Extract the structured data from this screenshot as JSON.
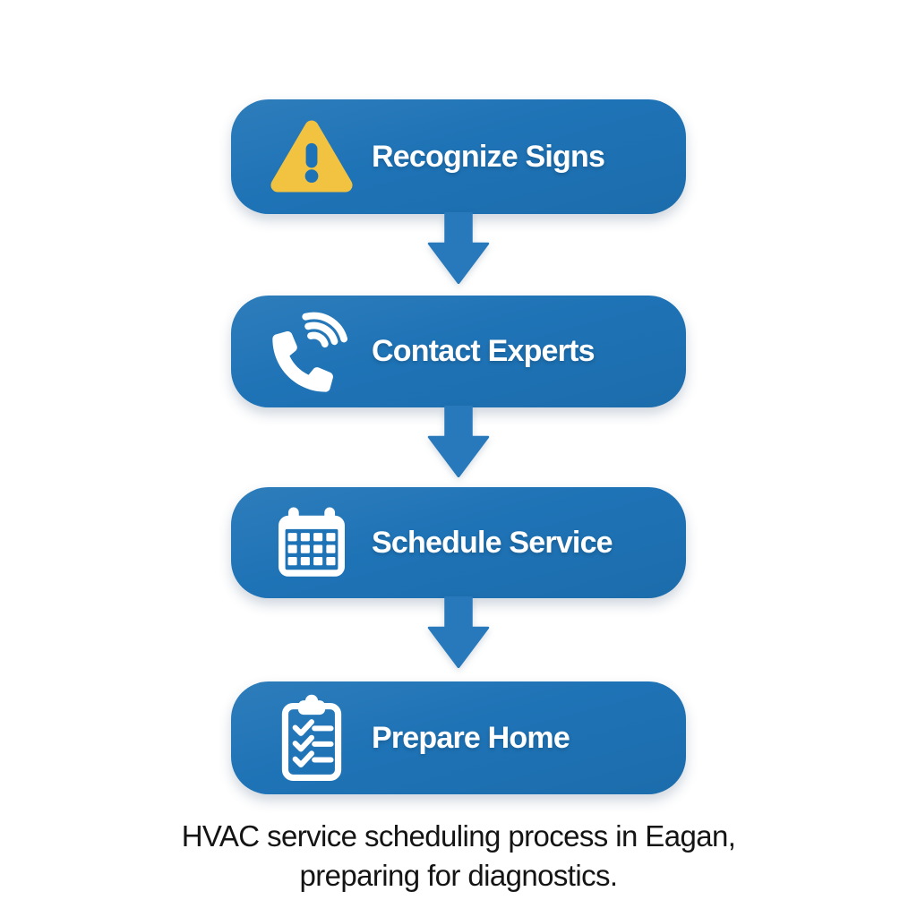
{
  "diagram": {
    "type": "vertical-process-flowchart",
    "steps": [
      {
        "label": "Recognize Signs",
        "icon": "warning-triangle-icon"
      },
      {
        "label": "Contact Experts",
        "icon": "phone-call-icon"
      },
      {
        "label": "Schedule Service",
        "icon": "calendar-icon"
      },
      {
        "label": "Prepare Home",
        "icon": "clipboard-checklist-icon"
      }
    ],
    "connector": {
      "shape": "down-arrow",
      "count": 3
    },
    "caption": {
      "full_text": "HVAC service scheduling process in Eagan, preparing for diagnostics.",
      "lines": [
        "HVAC service scheduling process in Eagan,",
        "preparing for diagnostics."
      ]
    },
    "colors": {
      "step_blue": "#1e73b6",
      "arrow_blue": "#2879bc",
      "warning_yellow": "#f2c340",
      "icon_white": "#ffffff",
      "label_text": "#ffffff",
      "caption_text": "#141414",
      "background": "#ffffff"
    }
  }
}
